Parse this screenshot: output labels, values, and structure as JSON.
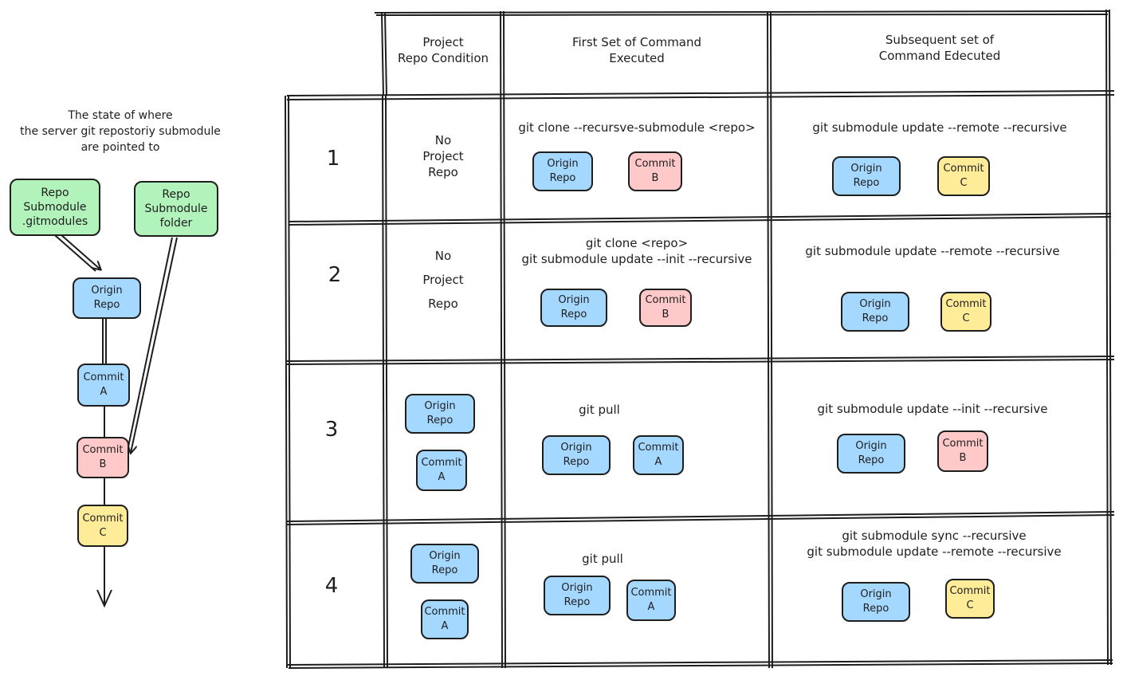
{
  "left_panel": {
    "caption": "The state of  where\nthe server git repostoriy submodule\nare pointed to",
    "gitmodules_box": "Repo\nSubmodule\n.gitmodules",
    "folder_box": "Repo\nSubmodule\nfolder",
    "chain": [
      "Origin\nRepo",
      "Commit\nA",
      "Commit\nB",
      "Commit\nC"
    ]
  },
  "table": {
    "headers": {
      "condition": "Project\nRepo Condition",
      "first": "First Set of Command\nExecuted",
      "subsequent": "Subsequent set of\nCommand Edecuted"
    },
    "rows": [
      {
        "num": "1",
        "condition_text": "No\nProject\nRepo",
        "first_cmd": "git clone --recursve-submodule <repo>",
        "first_boxes": [
          "Origin\nRepo",
          "Commit\nB"
        ],
        "sub_cmd": "git submodule update --remote --recursive",
        "sub_boxes": [
          "Origin\nRepo",
          "Commit\nC"
        ]
      },
      {
        "num": "2",
        "condition_text": "No\n\nProject\n\nRepo",
        "first_cmd": "git clone <repo>\ngit submodule update --init --recursive",
        "first_boxes": [
          "Origin\nRepo",
          "Commit\nB"
        ],
        "sub_cmd": "git submodule update --remote --recursive",
        "sub_boxes": [
          "Origin\nRepo",
          "Commit\nC"
        ]
      },
      {
        "num": "3",
        "condition_boxes": [
          "Origin\nRepo",
          "Commit\nA"
        ],
        "first_cmd": "git pull",
        "first_boxes": [
          "Origin\nRepo",
          "Commit\nA"
        ],
        "sub_cmd": "git submodule update --init --recursive",
        "sub_boxes": [
          "Origin\nRepo",
          "Commit\nB"
        ]
      },
      {
        "num": "4",
        "condition_boxes": [
          "Origin\nRepo",
          "Commit\nA"
        ],
        "first_cmd": "git pull",
        "first_boxes": [
          "Origin\nRepo",
          "Commit\nA"
        ],
        "sub_cmd": "git submodule sync --recursive\ngit submodule update --remote --recursive",
        "sub_boxes": [
          "Origin\nRepo",
          "Commit\nC"
        ]
      }
    ]
  },
  "colors": {
    "blue": "#a5d8ff",
    "red": "#ffc9c9",
    "yellow": "#ffec99",
    "green": "#b2f2bb",
    "stroke": "#1e1e1e"
  }
}
